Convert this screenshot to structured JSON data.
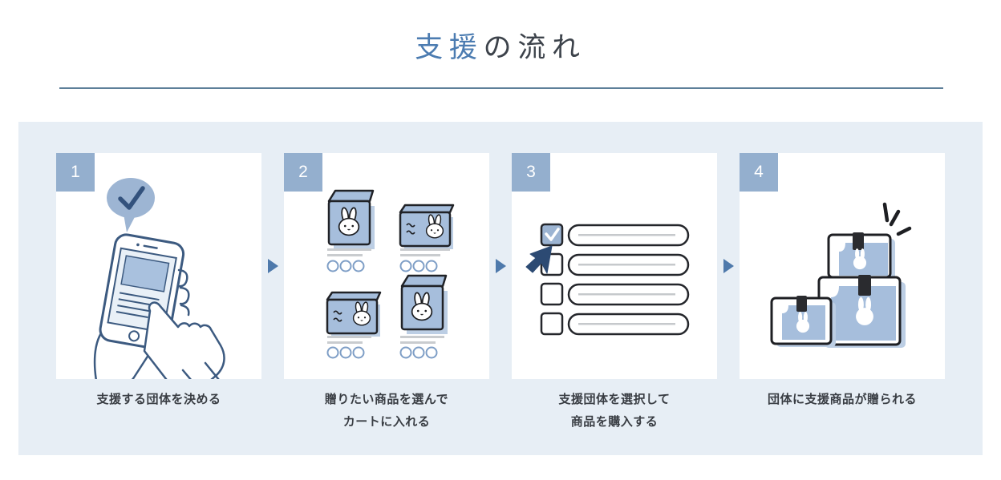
{
  "header": {
    "title": {
      "accent": "支援",
      "rest": "の流れ"
    },
    "accent_color": "#4c7cb1",
    "text_color": "#3d434b",
    "divider_color": "#5d7f99"
  },
  "flow": {
    "section_background": "#e7eef5",
    "card_background": "#ffffff",
    "badge_color": "#94afce",
    "arrow_color": "#4e79ab",
    "arrow_icon": "right-triangle",
    "illustration_palette": {
      "outline_navy": "#3c5a80",
      "fill_blue": "#a6bedc",
      "shadow_blue": "#bccee4",
      "dark_outline": "#1e1f23",
      "line_gray": "#c9cccf",
      "circle_blue": "#7e9ec6",
      "checked_blue": "#9cb4d2",
      "cursor_navy": "#2c4a73",
      "bubble_blue": "#9db5d3"
    },
    "steps": [
      {
        "number": "1",
        "illustration": "smartphone-tap-check",
        "caption_lines": [
          "支援する団体を決める"
        ]
      },
      {
        "number": "2",
        "illustration": "rabbit-product-grid",
        "caption_lines": [
          "贈りたい商品を選んで",
          "カートに入れる"
        ]
      },
      {
        "number": "3",
        "illustration": "checkbox-list-cursor",
        "caption_lines": [
          "支援団体を選択して",
          "商品を購入する"
        ]
      },
      {
        "number": "4",
        "illustration": "stacked-gift-boxes",
        "caption_lines": [
          "団体に支援商品が贈られる"
        ]
      }
    ]
  }
}
